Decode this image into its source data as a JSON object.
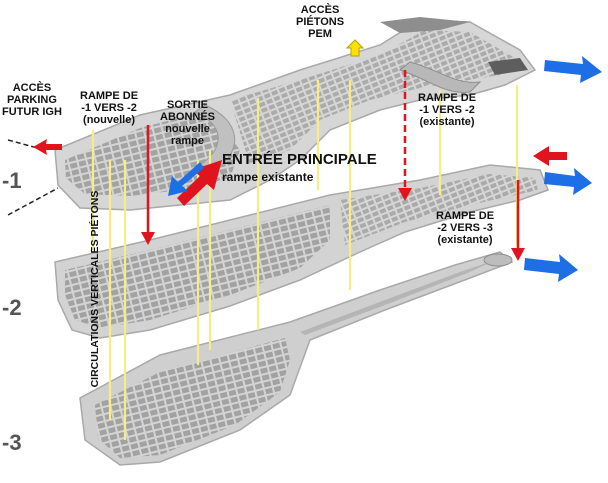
{
  "labels": {
    "acces_parking": [
      "ACCÈS",
      "PARKING",
      "FUTUR IGH"
    ],
    "rampe_1_2_nouvelle": [
      "RAMPE DE",
      "-1 VERS -2",
      "(nouvelle)"
    ],
    "sortie_abonnes": [
      "SORTIE",
      "ABONNÉS",
      "nouvelle",
      "rampe"
    ],
    "acces_pietons": [
      "ACCÈS",
      "PIÉTONS",
      "PEM"
    ],
    "rampe_1_2_existante": [
      "RAMPE DE",
      "-1 VERS -2",
      "(existante)"
    ],
    "entree_principale": "ENTRÉE PRINCIPALE",
    "rampe_existante": "rampe existante",
    "rampe_2_3": [
      "RAMPE DE",
      "-2 VERS -3",
      "(existante)"
    ],
    "circulations": "CIRCULATIONS VERTICALES PIÉTONS"
  },
  "levels": [
    "-1",
    "-2",
    "-3"
  ],
  "colors": {
    "red": "#e0141e",
    "blue": "#1e6ee6",
    "yellow_line": "#f4f08a",
    "floor": "#d2d2d2",
    "floor_edge": "#a8a8a8",
    "stalls": "#9a9a9a",
    "pem_arrow": "#ffe100"
  }
}
